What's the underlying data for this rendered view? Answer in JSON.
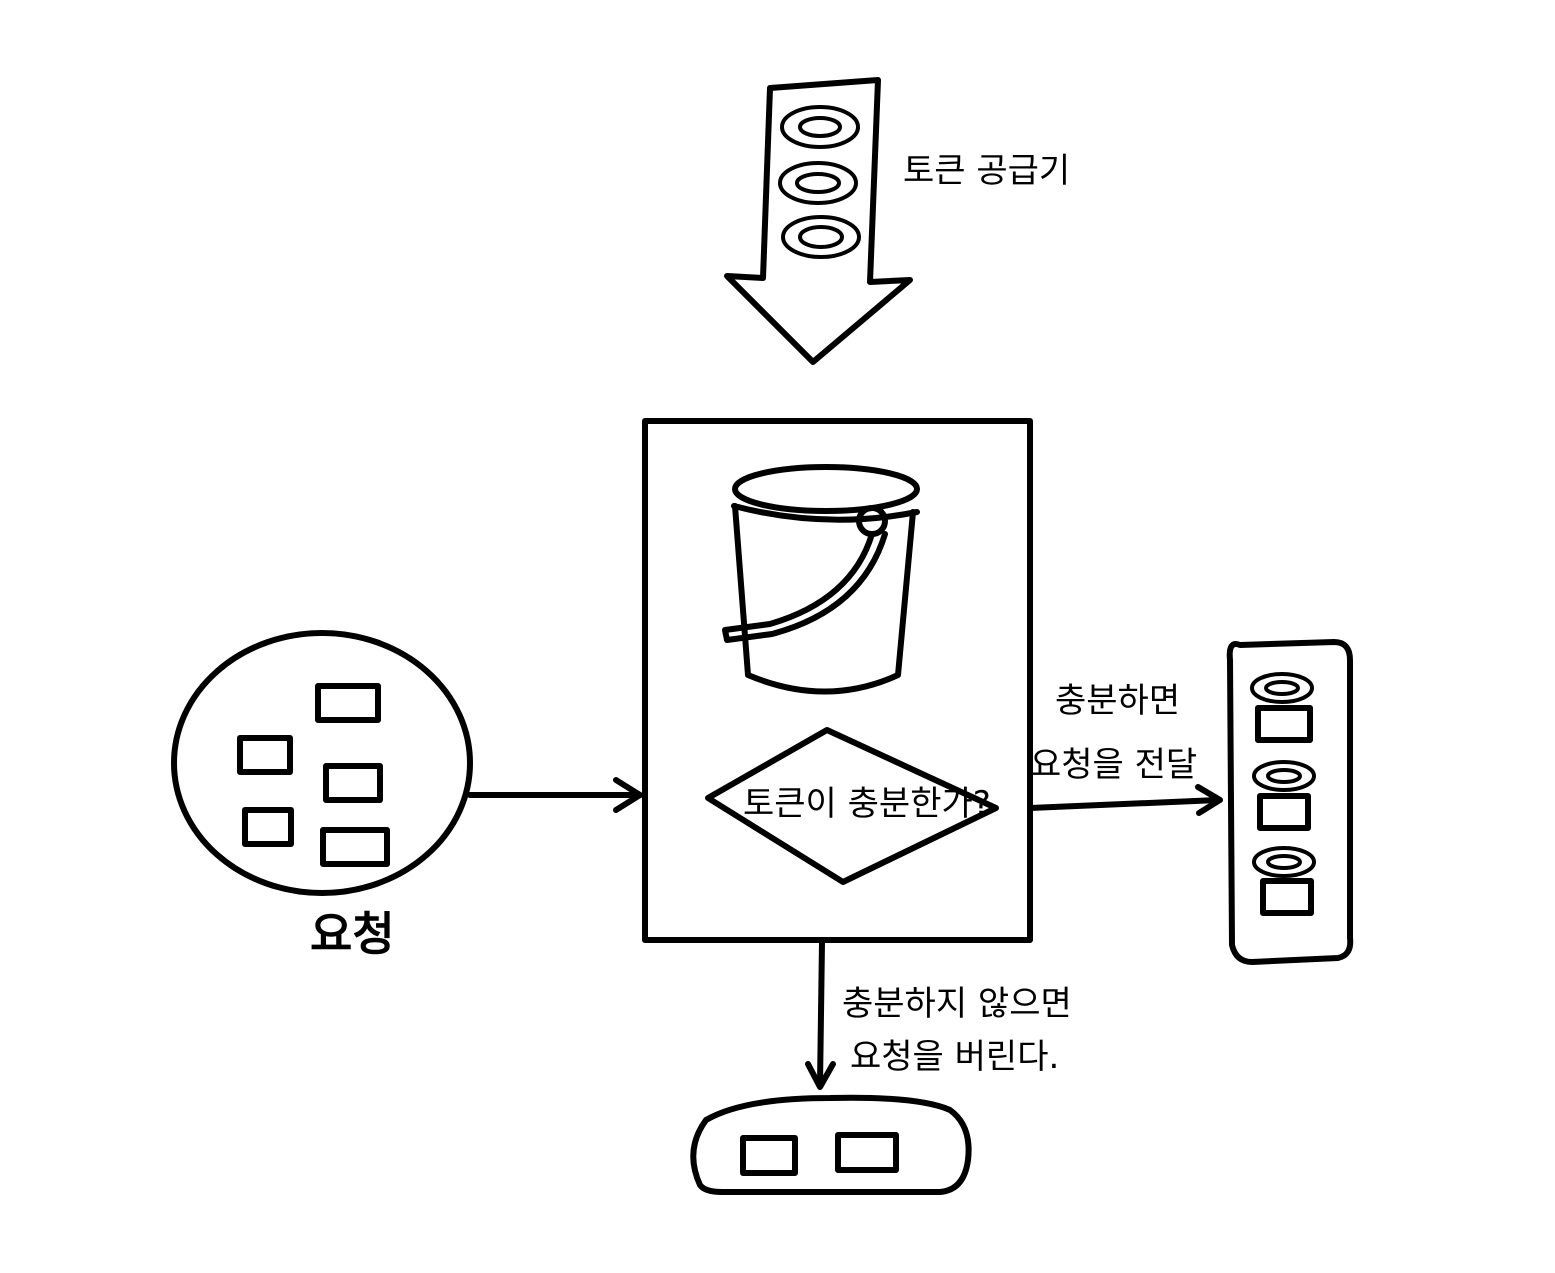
{
  "labels": {
    "token_supplier": "토큰 공급기",
    "condition": "토큰이 충분한가?",
    "requests": "요청",
    "enough_line1": "충분하면",
    "enough_line2": "요청을 전달",
    "not_enough_line1": "충분하지 않으면",
    "not_enough_line2": "요청을 버린다."
  },
  "colors": {
    "ink": "#000000",
    "background": "#ffffff"
  }
}
